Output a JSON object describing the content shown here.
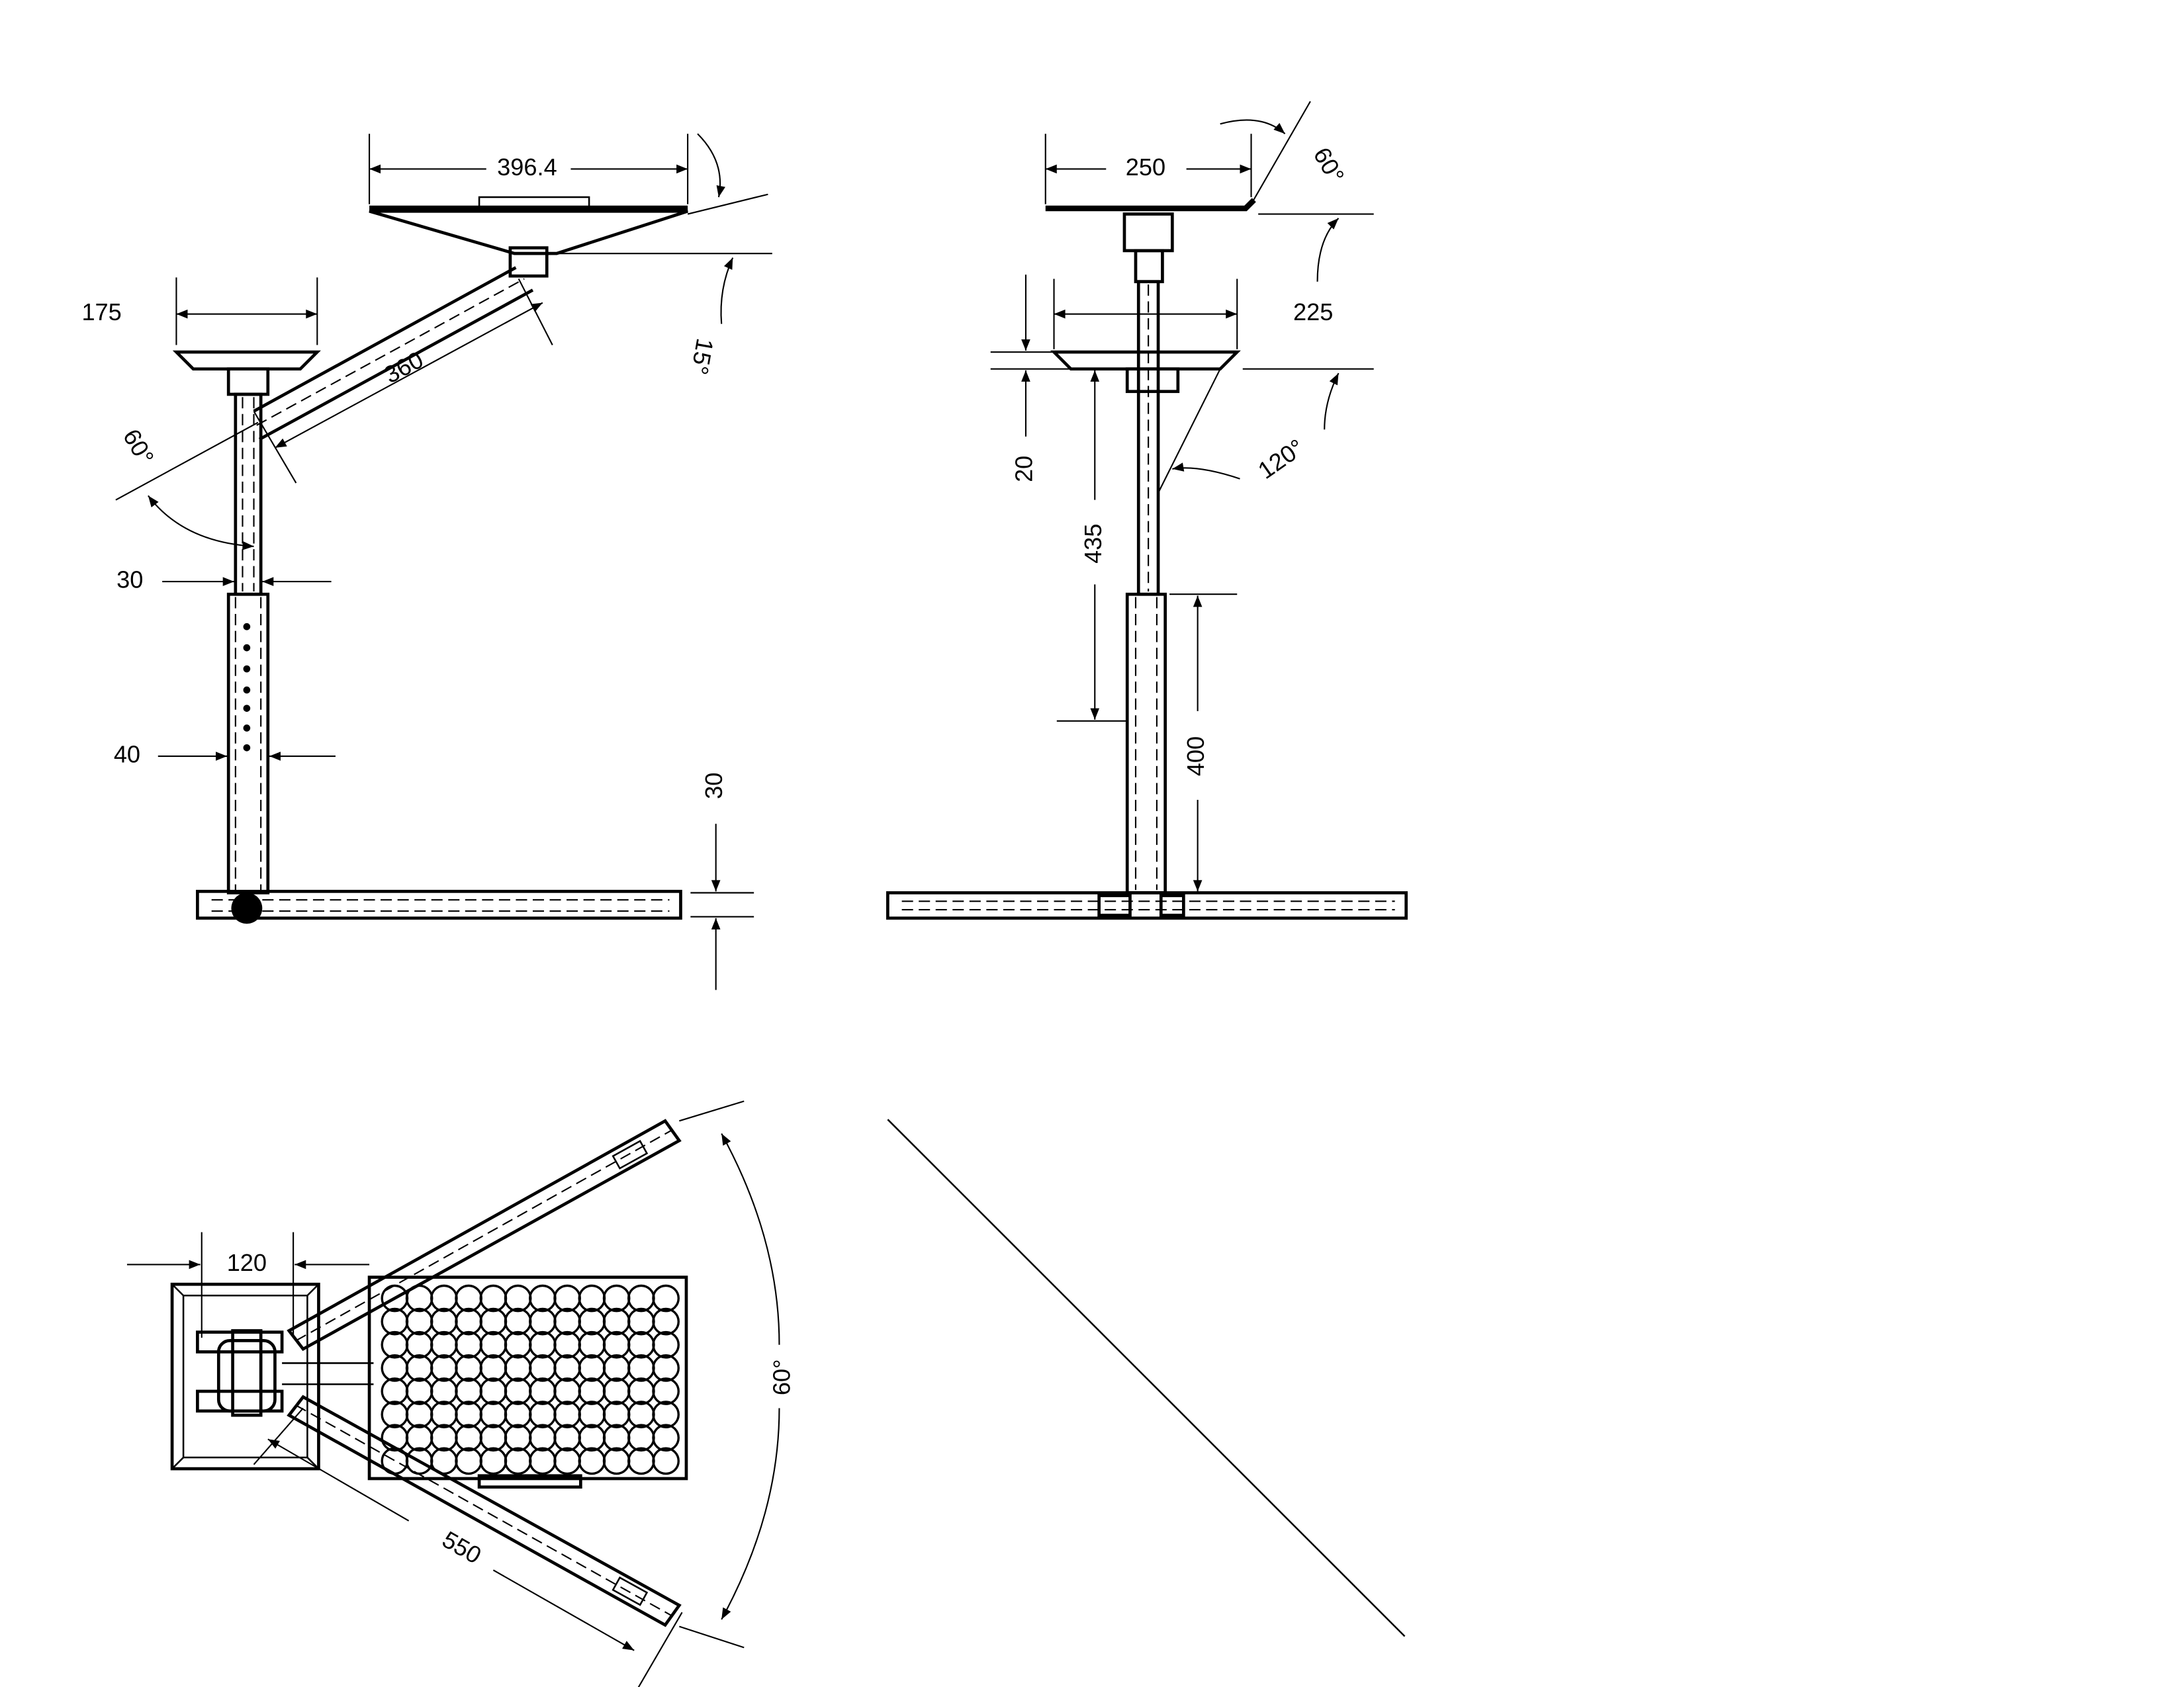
{
  "side_view": {
    "top_tray_width": "396.4",
    "small_tray_width": "175",
    "arm_length": "360",
    "arm_angle": "60°",
    "tray_tilt": "15°",
    "upper_pole_dia": "30",
    "lower_pole_dia": "40",
    "base_height": "30"
  },
  "front_view": {
    "top_tray_width": "250",
    "tray_tilt": "60°",
    "small_tray_width": "225",
    "small_tray_thickness": "20",
    "upper_extension": "435",
    "lower_pole_height": "400",
    "small_tray_angle": "120°"
  },
  "top_view": {
    "base_plate_width": "120",
    "leg_length": "550",
    "leg_spread_angle": "60°"
  }
}
